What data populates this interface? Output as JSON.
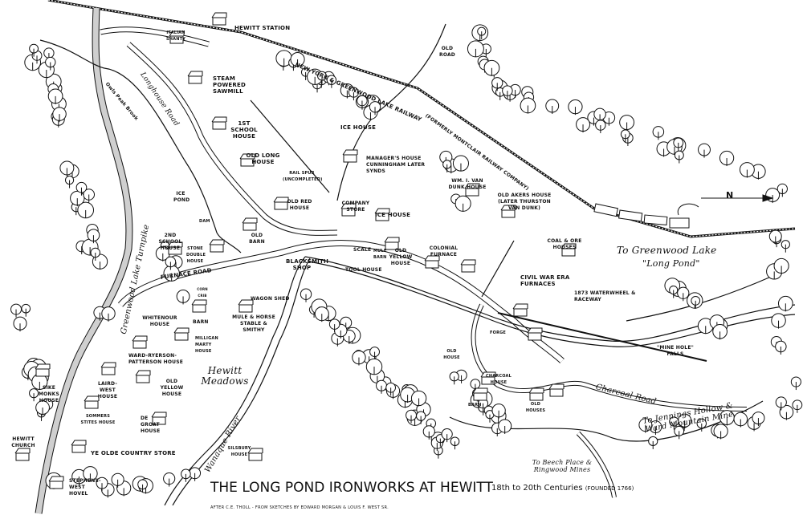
{
  "title": "THE LONG POND IRONWORKS AT HEWITT",
  "subtitle": "18th to 20th Centuries",
  "founded": "(FOUNDED 1766)",
  "credit": "AFTER C.E. THOLL - FROM SKETCHES BY EDWARD MORGAN & LOUIS F. WEST SR.",
  "compass": "N",
  "labels": {
    "hewitt_station": "HEWITT STATION",
    "italian_shanty": "ITALIAN SHANTY",
    "railway": "NEW YORK & GREENWOOD LAKE RAILWAY",
    "railway_former": "(FORMERLY MONTCLAIR RAILWAY COMPANY)",
    "old_road": "OLD ROAD",
    "sawmill": "STEAM POWERED SAWMILL",
    "owls_peak_brook": "Owls Peak Brook",
    "longhouse_road": "Longhouse Road",
    "first_school": "1ST SCHOOL HOUSE",
    "ice_house_top": "ICE HOUSE",
    "managers_house": "MANAGER'S HOUSE CUNNINGHAM LATER SYNDS",
    "rail_spur": "RAIL SPUR (UNCOMPLETED)",
    "old_long_house": "OLD LONG HOUSE",
    "van_dunk_house": "WM. I. VAN DUNK HOUSE",
    "old_akers_house": "OLD AKERS HOUSE (LATER THURSTON VAN DUNK)",
    "ice_pond": "ICE POND",
    "dam": "DAM",
    "old_red_house": "OLD RED HOUSE",
    "company_store": "COMPANY STORE",
    "ice_house_mid": "ICE HOUSE",
    "second_school": "2ND SCHOOL HOUSE",
    "stone_double_house": "STONE DOUBLE HOUSE",
    "old_barn": "OLD BARN",
    "scale": "SCALE",
    "mule_barn": "MULE BARN",
    "old_yellow_house_1": "OLD YELLOW HOUSE",
    "colonial_furnace": "COLONIAL FURNACE",
    "coal_ore_houses": "COAL & ORE HOUSES",
    "to_greenwood_lake": "To Greenwood Lake",
    "long_pond": "\"Long Pond\"",
    "blacksmith_shop": "BLACKSMITH SHOP",
    "tool_house": "TOOL HOUSE",
    "furnace_road": "FURNACE ROAD",
    "civil_war_furnaces": "CIVIL WAR ERA FURNACES",
    "corn_crib": "CORN CRIB",
    "wagon_shed": "WAGON SHED",
    "whitenour_house": "WHITENOUR HOUSE",
    "barn_1": "BARN",
    "mule_horse_stable": "MULE & HORSE STABLE & SMITHY",
    "waterwheel": "1873 WATERWHEEL & RACEWAY",
    "milligan_house": "MILLIGAN MARTY HOUSE",
    "hewitt_meadows": "Hewitt Meadows",
    "ward_ryerson": "WARD-RYERSON-PATTERSON HOUSE",
    "forge": "FORGE",
    "mine_hole_falls": "\"MINE HOLE\" FALLS",
    "old_house": "OLD HOUSE",
    "sike_monks": "SIKE MONKS HOUSE",
    "laird_west": "LAIRD-WEST HOUSE",
    "old_yellow_house_2": "OLD YELLOW HOUSE",
    "charcoal_house": "CHARCOAL HOUSE",
    "wanaque_river": "Wanaque River",
    "charcoal_road": "Charcoal Road",
    "barn_2": "BARN",
    "old_houses": "OLD HOUSES",
    "to_jennings": "To Jennings Hollow & Ward Mountain Mine",
    "somers_stites": "SOMMERS STITES HOUSE",
    "de_groat": "DE GROAT HOUSE",
    "hewitt_church": "HEWITT CHURCH",
    "turnpike": "Greenwood Lake Turnpike",
    "country_store": "YE OLDE COUNTRY STORE",
    "silsbury": "SILSBURY HOUSE",
    "to_beech_place": "To Beech Place & Ringwood Mines",
    "stephens_west": "STEPHENS-WEST HOVEL"
  }
}
